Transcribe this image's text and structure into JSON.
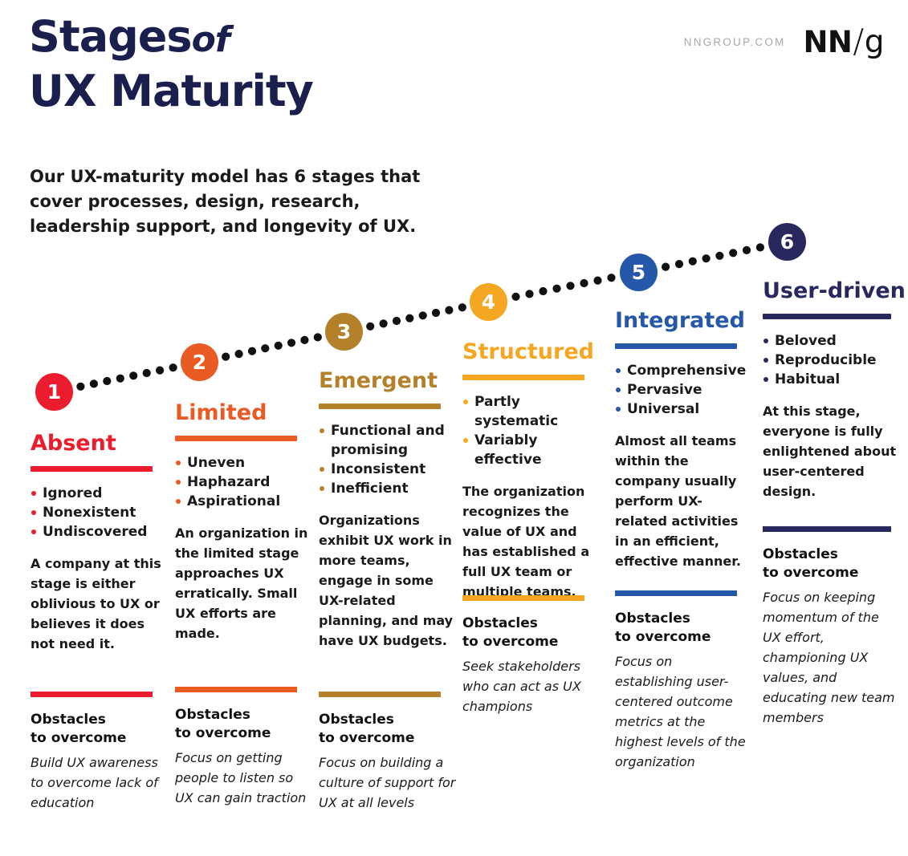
{
  "header": {
    "title_line1_main": "Stages",
    "title_line1_italic": "of",
    "title_line2": "UX Maturity",
    "intro": "Our UX-maturity model has 6 stages that cover processes, design, research, leadership support, and longevity of UX.",
    "brand_url": "NNGROUP.COM",
    "brand_logo_nn": "NN",
    "brand_logo_slash": "/",
    "brand_logo_g": "g"
  },
  "obstacles_heading_line1": "Obstacles",
  "obstacles_heading_line2": "to overcome",
  "colors": {
    "navy_title": "#1B1F4E",
    "stage1": "#EB1C2D",
    "stage2": "#EA5B24",
    "stage3": "#B5802A",
    "stage4": "#F5A623",
    "stage5": "#2558A8",
    "stage6": "#28285F",
    "dots": "#111111",
    "brand_url_gray": "#A8A8A8"
  },
  "stages": [
    {
      "number": "1",
      "name": "Absent",
      "color": "#EB1C2D",
      "bullets": [
        "Ignored",
        "Nonexistent",
        "Undiscovered"
      ],
      "description": "A company at this stage is either oblivious to UX or believes it does not need it.",
      "obstacle": "Build UX awareness to overcome lack of education"
    },
    {
      "number": "2",
      "name": "Limited",
      "color": "#EA5B24",
      "bullets": [
        "Uneven",
        "Haphazard",
        "Aspirational"
      ],
      "description": "An organization in the limited stage approaches UX erratically. Small UX efforts are made.",
      "obstacle": "Focus on getting people to listen so UX can gain traction"
    },
    {
      "number": "3",
      "name": "Emergent",
      "color": "#B5802A",
      "bullets": [
        "Functional and promising",
        "Inconsistent",
        "Inefficient"
      ],
      "description": "Organizations exhibit UX work in more teams, engage in some UX-related planning, and may have UX budgets.",
      "obstacle": "Focus on building a culture of support for UX at all levels"
    },
    {
      "number": "4",
      "name": "Structured",
      "color": "#F5A623",
      "bullets": [
        "Partly systematic",
        "Variably effective"
      ],
      "description": "The organization recognizes the value of UX and has established a full UX team or multiple teams.",
      "obstacle": "Seek stakeholders who can act as UX champions"
    },
    {
      "number": "5",
      "name": "Integrated",
      "color": "#2558A8",
      "bullets": [
        "Comprehensive",
        "Pervasive",
        "Universal"
      ],
      "description": "Almost all teams within the company usually perform UX-related activities in an efficient, effective manner.",
      "obstacle": "Focus on establishing user-centered outcome metrics at the highest levels of the organization"
    },
    {
      "number": "6",
      "name": "User-driven",
      "color": "#28285F",
      "bullets": [
        "Beloved",
        "Reproducible",
        "Habitual"
      ],
      "description": "At this stage, everyone is fully enlightened about user-centered design.",
      "obstacle": "Focus on keeping momentum of the UX effort, championing UX values, and educating new team members"
    }
  ]
}
